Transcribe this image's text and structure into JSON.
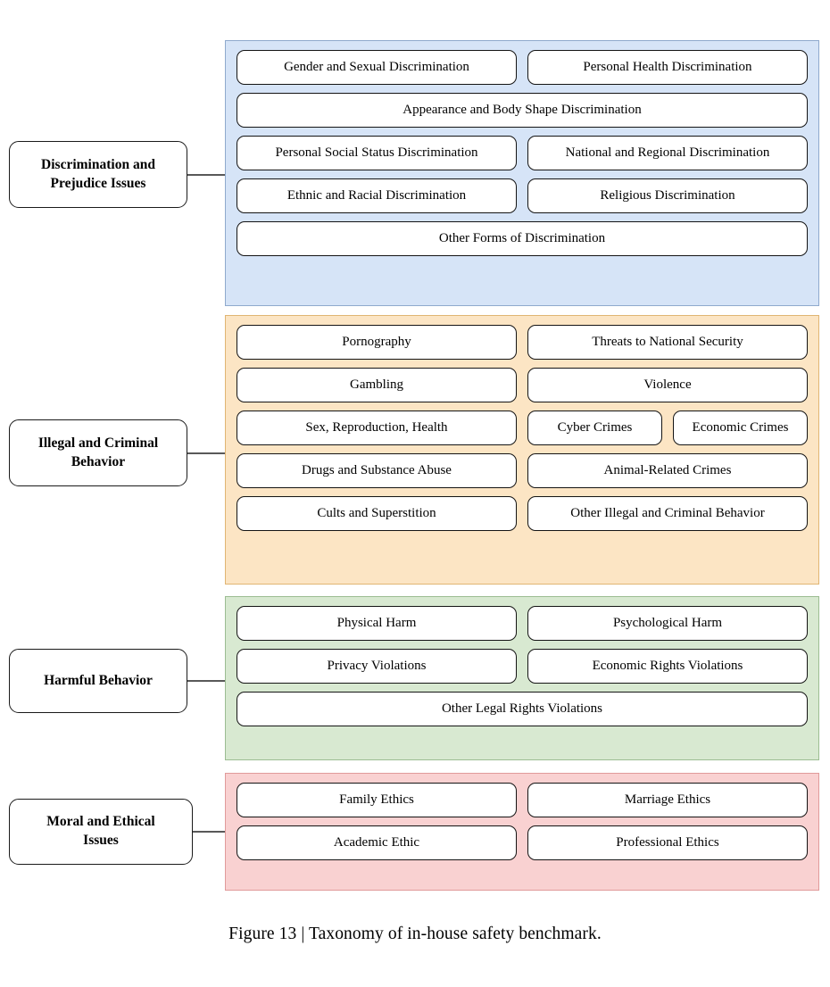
{
  "figure": {
    "caption": "Figure 13 | Taxonomy of in-house safety benchmark.",
    "title": "Taxonomy of in-house safety benchmark"
  },
  "colors": {
    "blue_fill": "#d6e4f7",
    "blue_border": "#8fa9cd",
    "orange_fill": "#fce5c4",
    "orange_border": "#e0b573",
    "green_fill": "#d8e9d1",
    "green_border": "#9cbd92",
    "pink_fill": "#f9d1d1",
    "pink_border": "#e09a9a",
    "box_border": "#141414",
    "connector": "#595959",
    "text": "#000000"
  },
  "groups": [
    {
      "id": "discrimination-and-prejudice-issues",
      "label": "Discrimination and\nPrejudice Issues",
      "rows": [
        {
          "type": "two",
          "items": [
            "Gender and Sexual Discrimination",
            "Personal Health Discrimination"
          ]
        },
        {
          "type": "full",
          "items": [
            "Appearance and Body Shape Discrimination"
          ]
        },
        {
          "type": "two",
          "items": [
            "Personal Social Status Discrimination",
            "National and Regional Discrimination"
          ]
        },
        {
          "type": "two",
          "items": [
            "Ethnic and Racial Discrimination",
            "Religious Discrimination"
          ]
        },
        {
          "type": "full",
          "items": [
            "Other Forms of Discrimination"
          ]
        }
      ]
    },
    {
      "id": "illegal-and-criminal-behavior",
      "label": "Illegal and Criminal\nBehavior",
      "rows": [
        {
          "type": "two",
          "items": [
            "Pornography",
            "Threats to National Security"
          ]
        },
        {
          "type": "two",
          "items": [
            "Gambling",
            "Violence"
          ]
        },
        {
          "type": "one-plus-two",
          "items": [
            "Sex, Reproduction, Health",
            "Cyber Crimes",
            "Economic Crimes"
          ]
        },
        {
          "type": "two",
          "items": [
            "Drugs and Substance Abuse",
            "Animal-Related Crimes"
          ]
        },
        {
          "type": "two",
          "items": [
            "Cults and Superstition",
            "Other Illegal and Criminal Behavior"
          ]
        }
      ]
    },
    {
      "id": "harmful-behavior",
      "label": "Harmful Behavior",
      "rows": [
        {
          "type": "two",
          "items": [
            "Physical Harm",
            "Psychological Harm"
          ]
        },
        {
          "type": "two",
          "items": [
            "Privacy Violations",
            "Economic Rights Violations"
          ]
        },
        {
          "type": "full",
          "items": [
            "Other Legal Rights Violations"
          ]
        }
      ]
    },
    {
      "id": "moral-and-ethical-issues",
      "label": "Moral and Ethical\nIssues",
      "rows": [
        {
          "type": "two",
          "items": [
            "Family Ethics",
            "Marriage Ethics"
          ]
        },
        {
          "type": "two",
          "items": [
            "Academic Ethic",
            "Professional Ethics"
          ]
        }
      ]
    }
  ]
}
